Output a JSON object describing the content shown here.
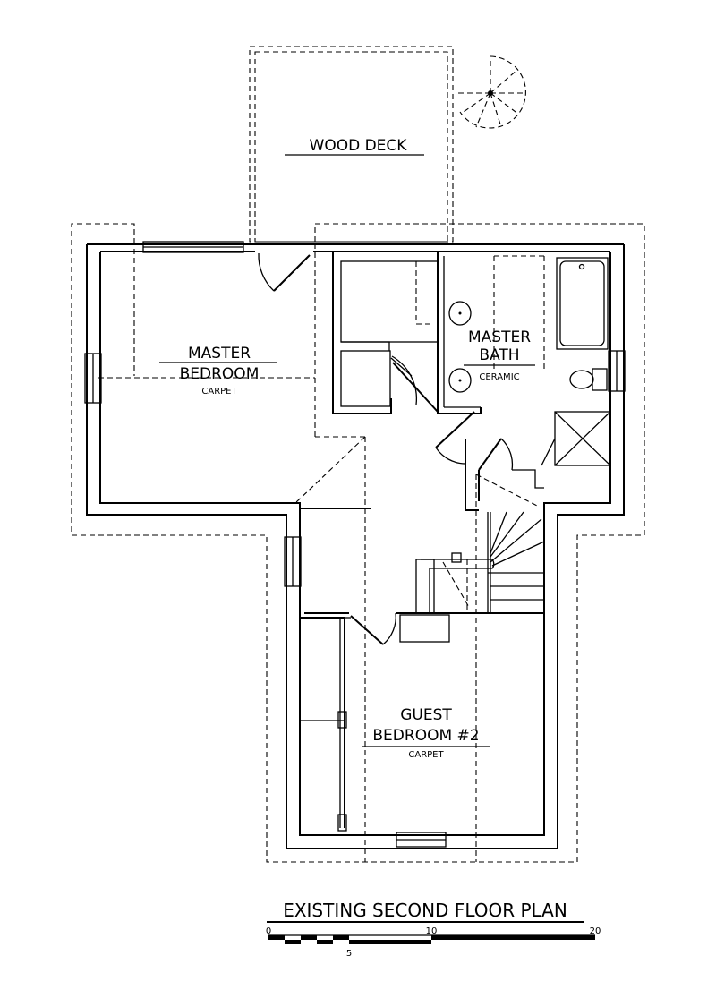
{
  "rooms": {
    "wood_deck": "WOOD DECK",
    "master_bedroom_line1": "MASTER",
    "master_bedroom_line2": "BEDROOM",
    "master_bedroom_floor": "CARPET",
    "master_bath_line1": "MASTER",
    "master_bath_line2": "BATH",
    "master_bath_floor": "CERAMIC",
    "guest_bedroom_line1": "GUEST",
    "guest_bedroom_line2": "BEDROOM #2",
    "guest_bedroom_floor": "CARPET"
  },
  "title": "EXISTING SECOND FLOOR PLAN",
  "scale": {
    "labels": [
      "0",
      "5",
      "10",
      "20"
    ]
  }
}
